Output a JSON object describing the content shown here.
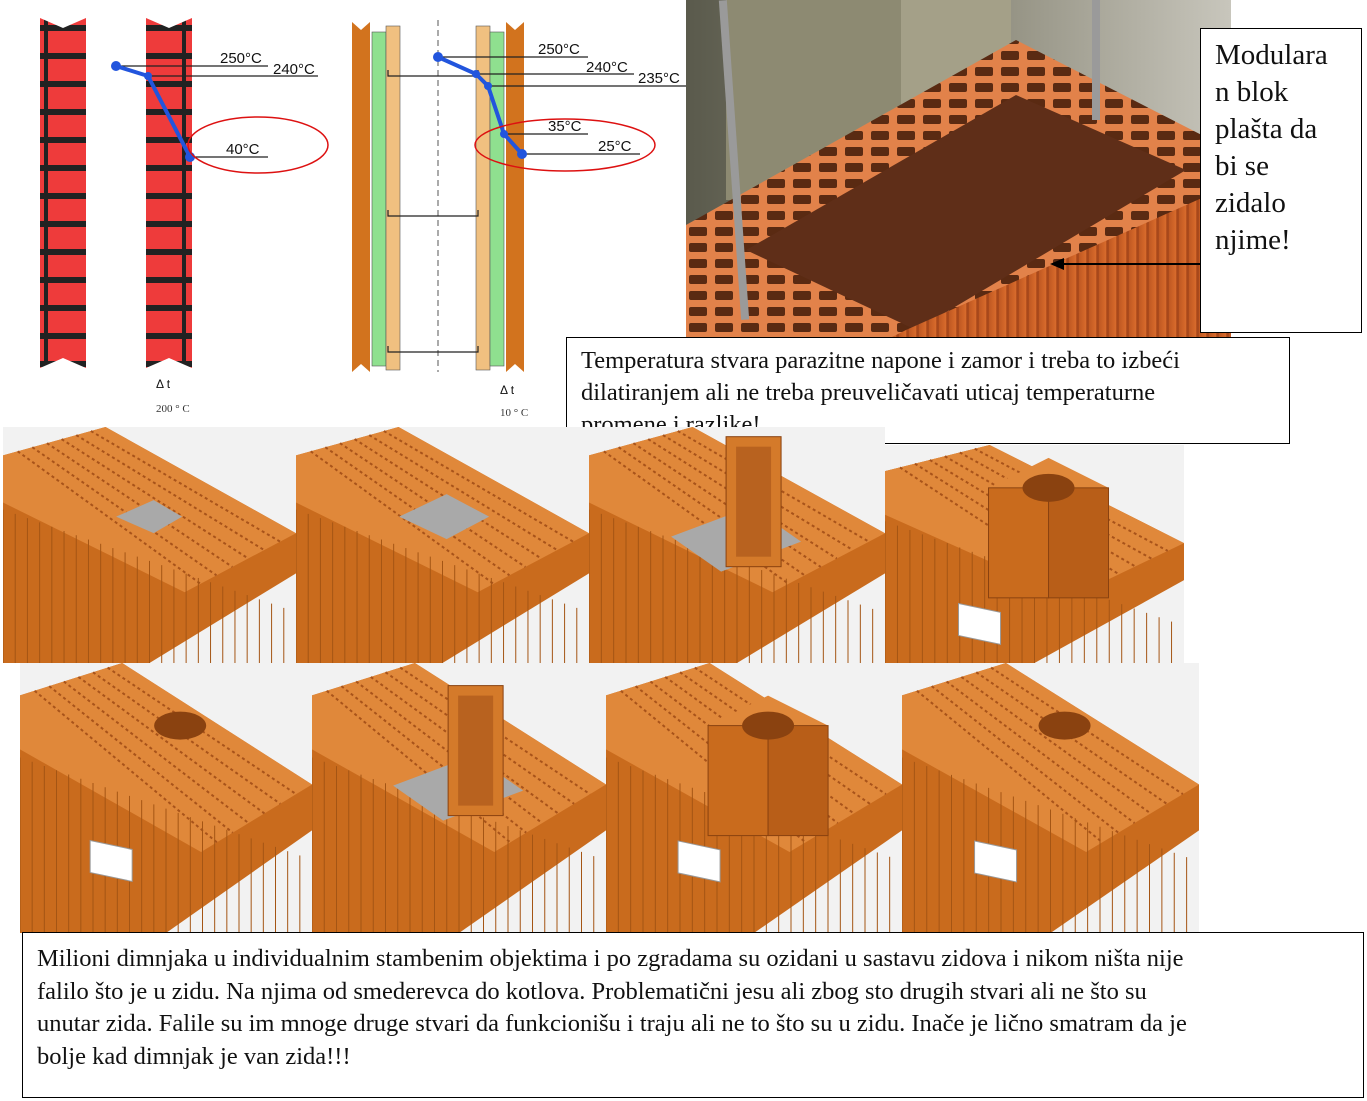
{
  "diagrams": {
    "left": {
      "temps": [
        "250°C",
        "240°C",
        "40°C"
      ],
      "delta_label": "Δ t",
      "delta_value": "200 ° C"
    },
    "right": {
      "temps": [
        "250°C",
        "240°C",
        "235°C",
        "35°C",
        "25°C"
      ],
      "delta_label": "Δ t",
      "delta_value": "10  ° C"
    }
  },
  "photo_callout": {
    "lines": [
      "Modulara",
      "n blok",
      "plašta da",
      "bi se",
      "zidalo",
      "njime!"
    ]
  },
  "temperature_note": {
    "lines": [
      "Temperatura stvara parazitne napone i zamor i treba to izbeći",
      "dilatiranjem ali ne treba preuveličavati uticaj temperaturne",
      "promene i razlike!"
    ]
  },
  "bottom_note": {
    "lines": [
      "Milioni dimnjaka u individualnim stambenim objektima i po zgradama su ozidani u sastavu zidova i nikom ništa nije",
      "falilo što je u zidu. Na njima od smederevca do kotlova. Problematični jesu ali zbog sto drugih stvari ali ne što su",
      "unutar zida. Falile su im mnoge druge stvari da funkcionišu i traju ali ne to što su u zidu. Inače je lično smatram da je",
      "bolje kad dimnjak je van zida!!!"
    ]
  },
  "colors": {
    "brick_red": "#ee3b3b",
    "wall_orange": "#d2731e",
    "insulation_green": "#8fe08f",
    "curve_blue": "#2255dd",
    "ellipse_red": "#dd1111"
  }
}
